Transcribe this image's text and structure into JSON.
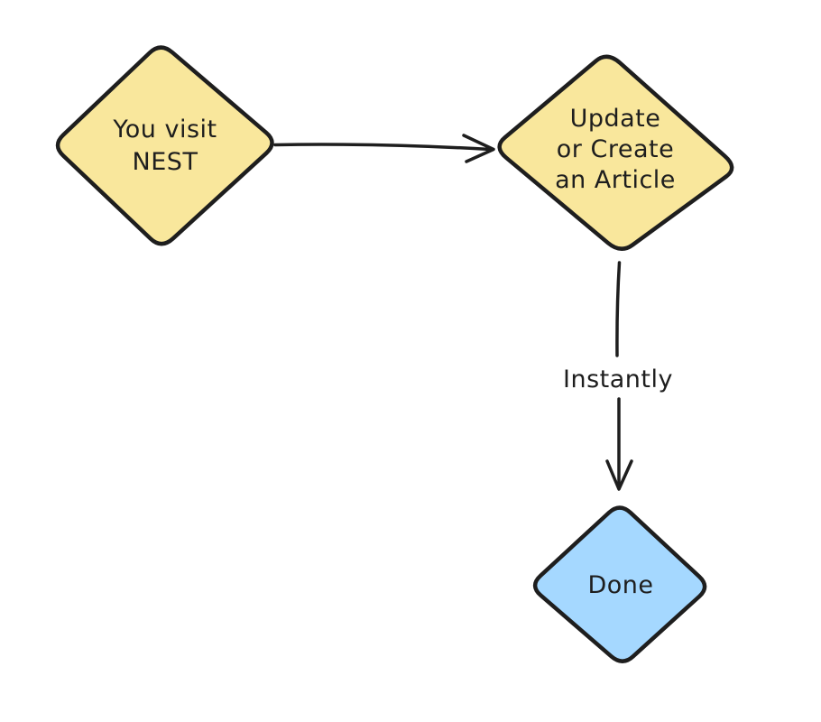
{
  "diagram": {
    "style": "hand-drawn-flowchart",
    "colors": {
      "background": "#ffffff",
      "stroke": "#1e1e1e",
      "text": "#1e1e1e",
      "yellow_fill": "#f9e79c",
      "blue_fill": "#a5d8ff"
    },
    "nodes": [
      {
        "id": "you-visit-nest",
        "shape": "diamond",
        "fill": "#f9e79c",
        "label": "You visit NEST",
        "lines": [
          "You visit",
          "NEST"
        ]
      },
      {
        "id": "update-or-create-an-article",
        "shape": "diamond",
        "fill": "#f9e79c",
        "label": "Update or Create an Article",
        "lines": [
          "Update",
          "or Create",
          "an Article"
        ]
      },
      {
        "id": "done",
        "shape": "diamond",
        "fill": "#a5d8ff",
        "label": "Done",
        "lines": [
          "Done"
        ]
      }
    ],
    "edges": [
      {
        "from": "you-visit-nest",
        "to": "update-or-create-an-article",
        "direction": "right"
      },
      {
        "from": "update-or-create-an-article",
        "to": "done",
        "direction": "down",
        "label": "Instantly"
      }
    ]
  }
}
